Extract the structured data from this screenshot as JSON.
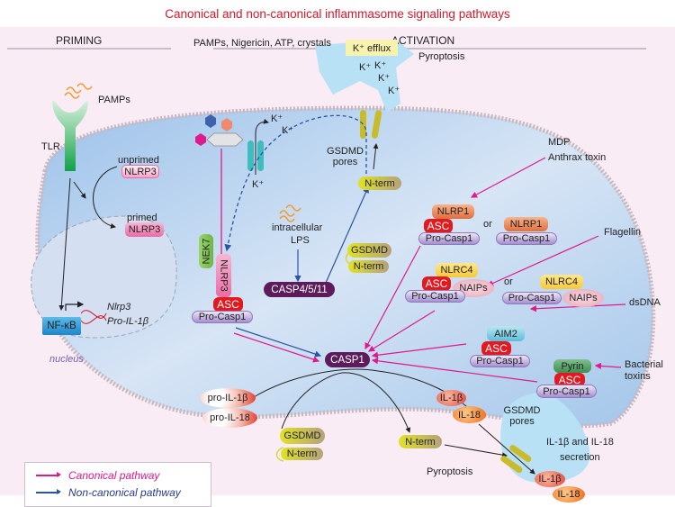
{
  "title": "Canonical and non-canonical inflammasome signaling pathways",
  "sections": {
    "priming": "PRIMING",
    "activation": "ACTIVATION"
  },
  "colors": {
    "title": "#d6182b",
    "canonical": "#e0198c",
    "non_canonical": "#2a55a3",
    "background": "#f9ecf4",
    "cytoplasm": "#a9cbec"
  },
  "priming": {
    "pamps": "PAMPs",
    "tlr": "TLR",
    "unprimed_label": "unprimed",
    "unprimed_nlrp3": "NLRP3",
    "primed_label": "primed",
    "primed_nlrp3": "NLRP3",
    "nfkb": "NF-κB",
    "genes": [
      "Nlrp3",
      "Pro-IL-1β"
    ],
    "nucleus": "nucleus"
  },
  "activation": {
    "stimuli": "PAMPs, Nigericin, ATP, crystals",
    "k_labels": [
      "K⁺",
      "K⁺",
      "K⁺"
    ],
    "k_efflux": "K⁺ efflux",
    "efflux_k": [
      "K⁺",
      "K⁺",
      "K⁺",
      "K⁺"
    ],
    "pyroptosis_top": "Pyroptosis",
    "gsdmd_pores_top": "GSDMD pores",
    "nterm_top": "N-term",
    "nlrp3_complex": {
      "nek7": "NEK7",
      "nlrp3": "NLRP3",
      "asc": "ASC",
      "procasp": "Pro-Casp1"
    },
    "lps": {
      "line1": "intracellular",
      "line2": "LPS"
    },
    "casp4511": "CASP4/5/11",
    "gsdmd_mid": {
      "gsdmd": "GSDMD",
      "nterm": "N-term"
    },
    "casp1": "CASP1",
    "mdp": {
      "line1": "MDP",
      "line2": "Anthrax toxin"
    },
    "nlrp1_a": {
      "nlrp1": "NLRP1",
      "asc": "ASC",
      "procasp": "Pro-Casp1"
    },
    "or": "or",
    "nlrp1_b": {
      "nlrp1": "NLRP1",
      "procasp": "Pro-Casp1"
    },
    "flagellin": "Flagellin",
    "nlrc4_a": {
      "nlrc4": "NLRC4",
      "asc": "ASC",
      "naips": "NAIPs",
      "procasp": "Pro-Casp1"
    },
    "nlrc4_b": {
      "nlrc4": "NLRC4",
      "procasp": "Pro-Casp1",
      "naips": "NAIPs"
    },
    "dsdna": "dsDNA",
    "aim2": {
      "aim2": "AIM2",
      "asc": "ASC",
      "procasp": "Pro-Casp1"
    },
    "bacterial_toxins": {
      "line1": "Bacterial",
      "line2": "toxins"
    },
    "pyrin": {
      "pyrin": "Pyrin",
      "asc": "ASC",
      "procasp": "Pro-Casp1"
    },
    "pro_il1b": "pro-IL-1β",
    "pro_il18": "pro-IL-18",
    "gsdmd_low": {
      "gsdmd": "GSDMD",
      "nterm": "N-term"
    },
    "nterm_low": "N-term",
    "il1b": "IL-1β",
    "il18": "IL-18",
    "gsdmd_pores_low": "GSDMD pores",
    "secretion": {
      "line1": "IL-1β and IL-18",
      "line2": "secretion"
    },
    "il1b_out": "IL-1β",
    "il18_out": "IL-18",
    "pyroptosis_bottom": "Pyroptosis"
  },
  "legend": {
    "canonical": "Canonical pathway",
    "non_canonical": "Non-canonical pathway"
  }
}
